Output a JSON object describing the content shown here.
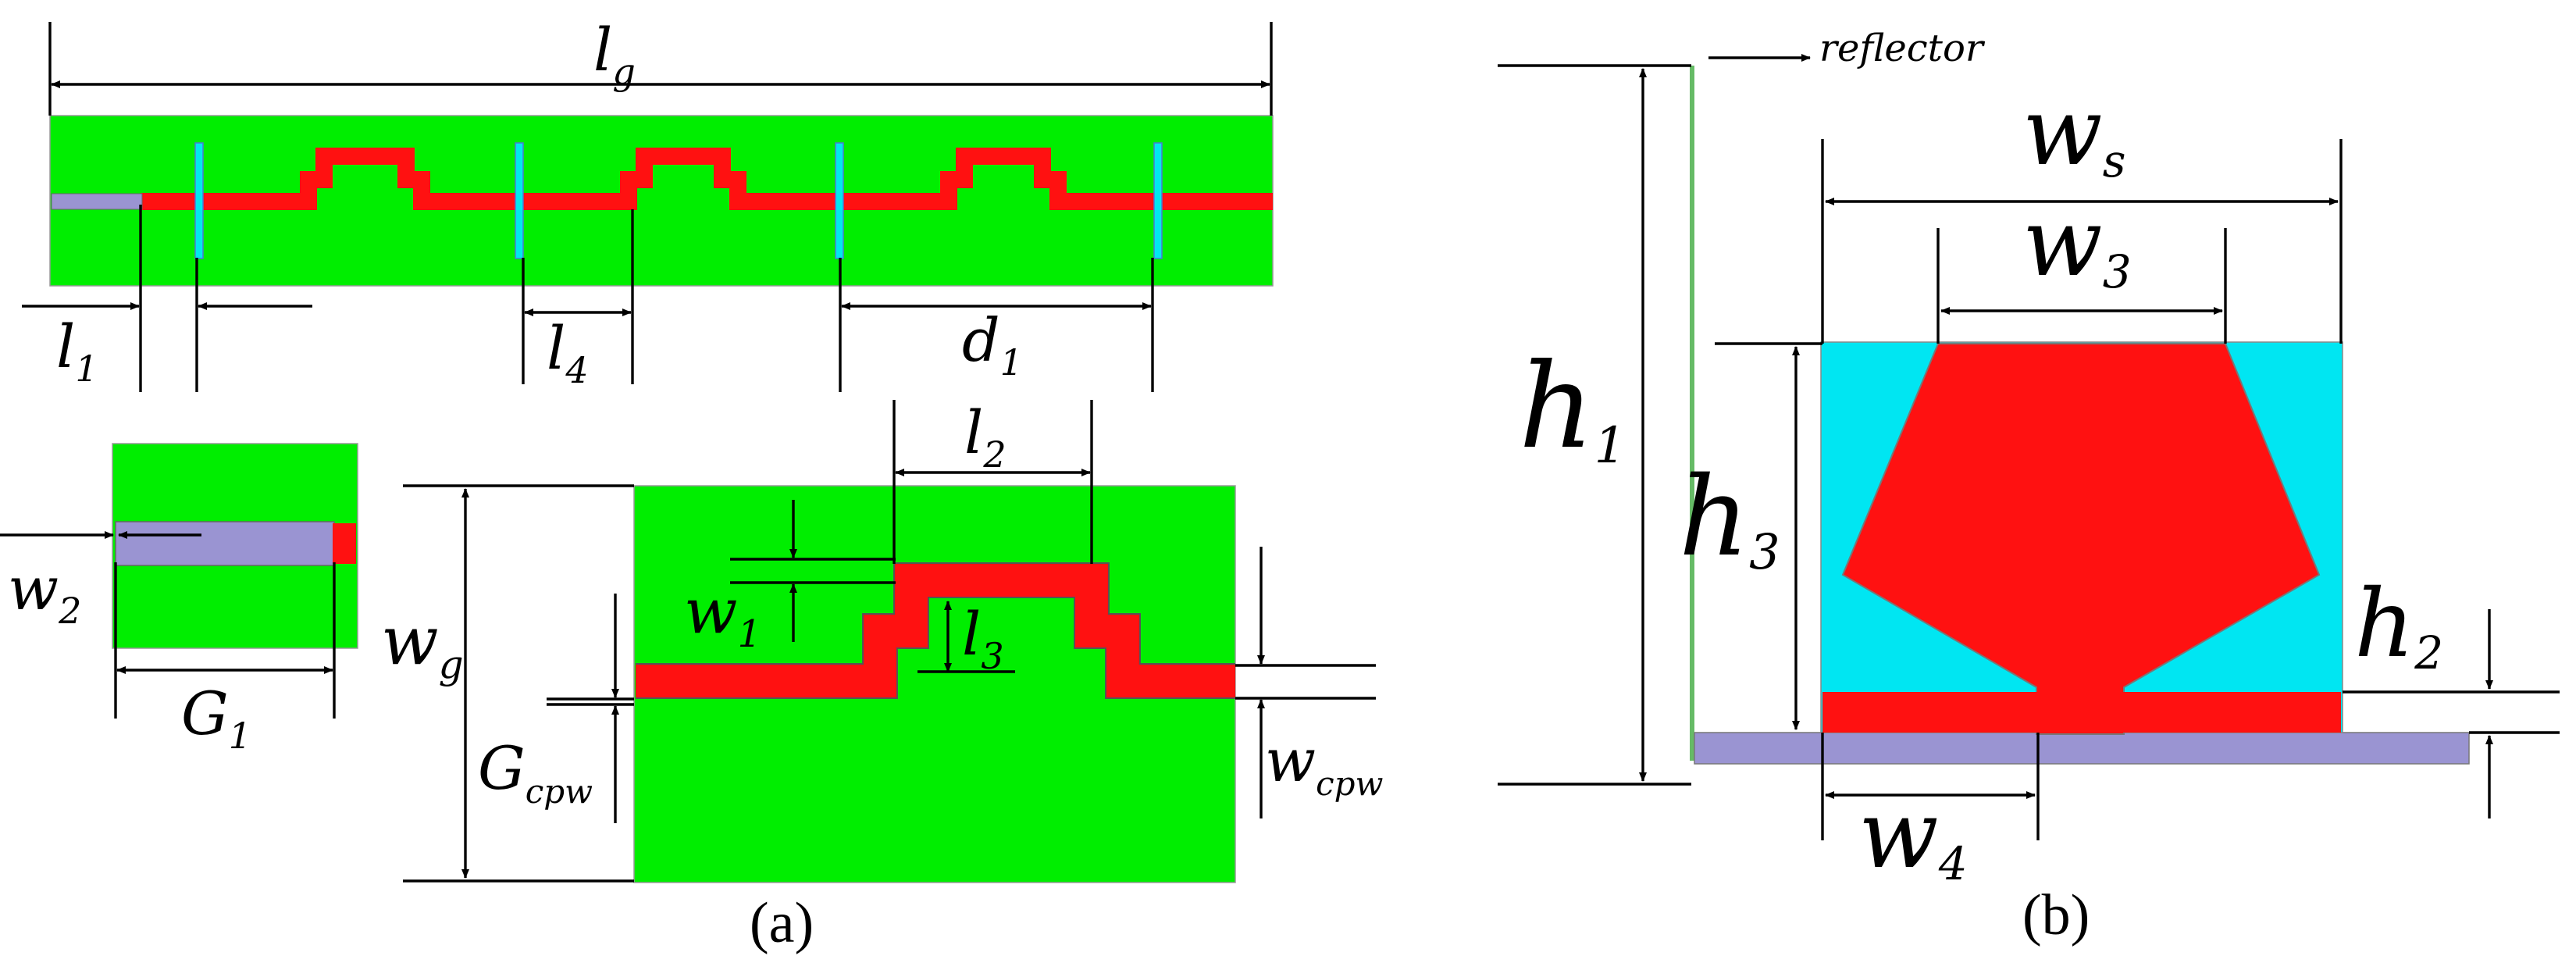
{
  "colors": {
    "substrate": "#00ee00",
    "strip": "#ff1111",
    "feed": "#9a94d2",
    "slot": "#00e8f0",
    "patch_bg": "#00e6f2",
    "reflector": "#66bb66",
    "lines": "#000000"
  },
  "panel_a": {
    "caption": "(a)",
    "labels": {
      "lg": {
        "main": "l",
        "sub": "g"
      },
      "l1": {
        "main": "l",
        "sub": "1"
      },
      "l4": {
        "main": "l",
        "sub": "4"
      },
      "d1": {
        "main": "d",
        "sub": "1"
      },
      "w2": {
        "main": "w",
        "sub": "2"
      },
      "G1": {
        "main": "G",
        "sub": "1"
      },
      "wg": {
        "main": "w",
        "sub": "g"
      },
      "l2": {
        "main": "l",
        "sub": "2"
      },
      "w1": {
        "main": "w",
        "sub": "1"
      },
      "l3": {
        "main": "l",
        "sub": "3"
      },
      "Gcpw": {
        "main": "G",
        "sub": "cpw"
      },
      "wcpw": {
        "main": "w",
        "sub": "cpw"
      }
    }
  },
  "panel_b": {
    "caption": "(b)",
    "labels": {
      "reflector": "reflector",
      "ws": {
        "main": "w",
        "sub": "s"
      },
      "w3": {
        "main": "w",
        "sub": "3"
      },
      "h1": {
        "main": "h",
        "sub": "1"
      },
      "h3": {
        "main": "h",
        "sub": "3"
      },
      "h2": {
        "main": "h",
        "sub": "2"
      },
      "w4": {
        "main": "w",
        "sub": "4"
      }
    }
  }
}
